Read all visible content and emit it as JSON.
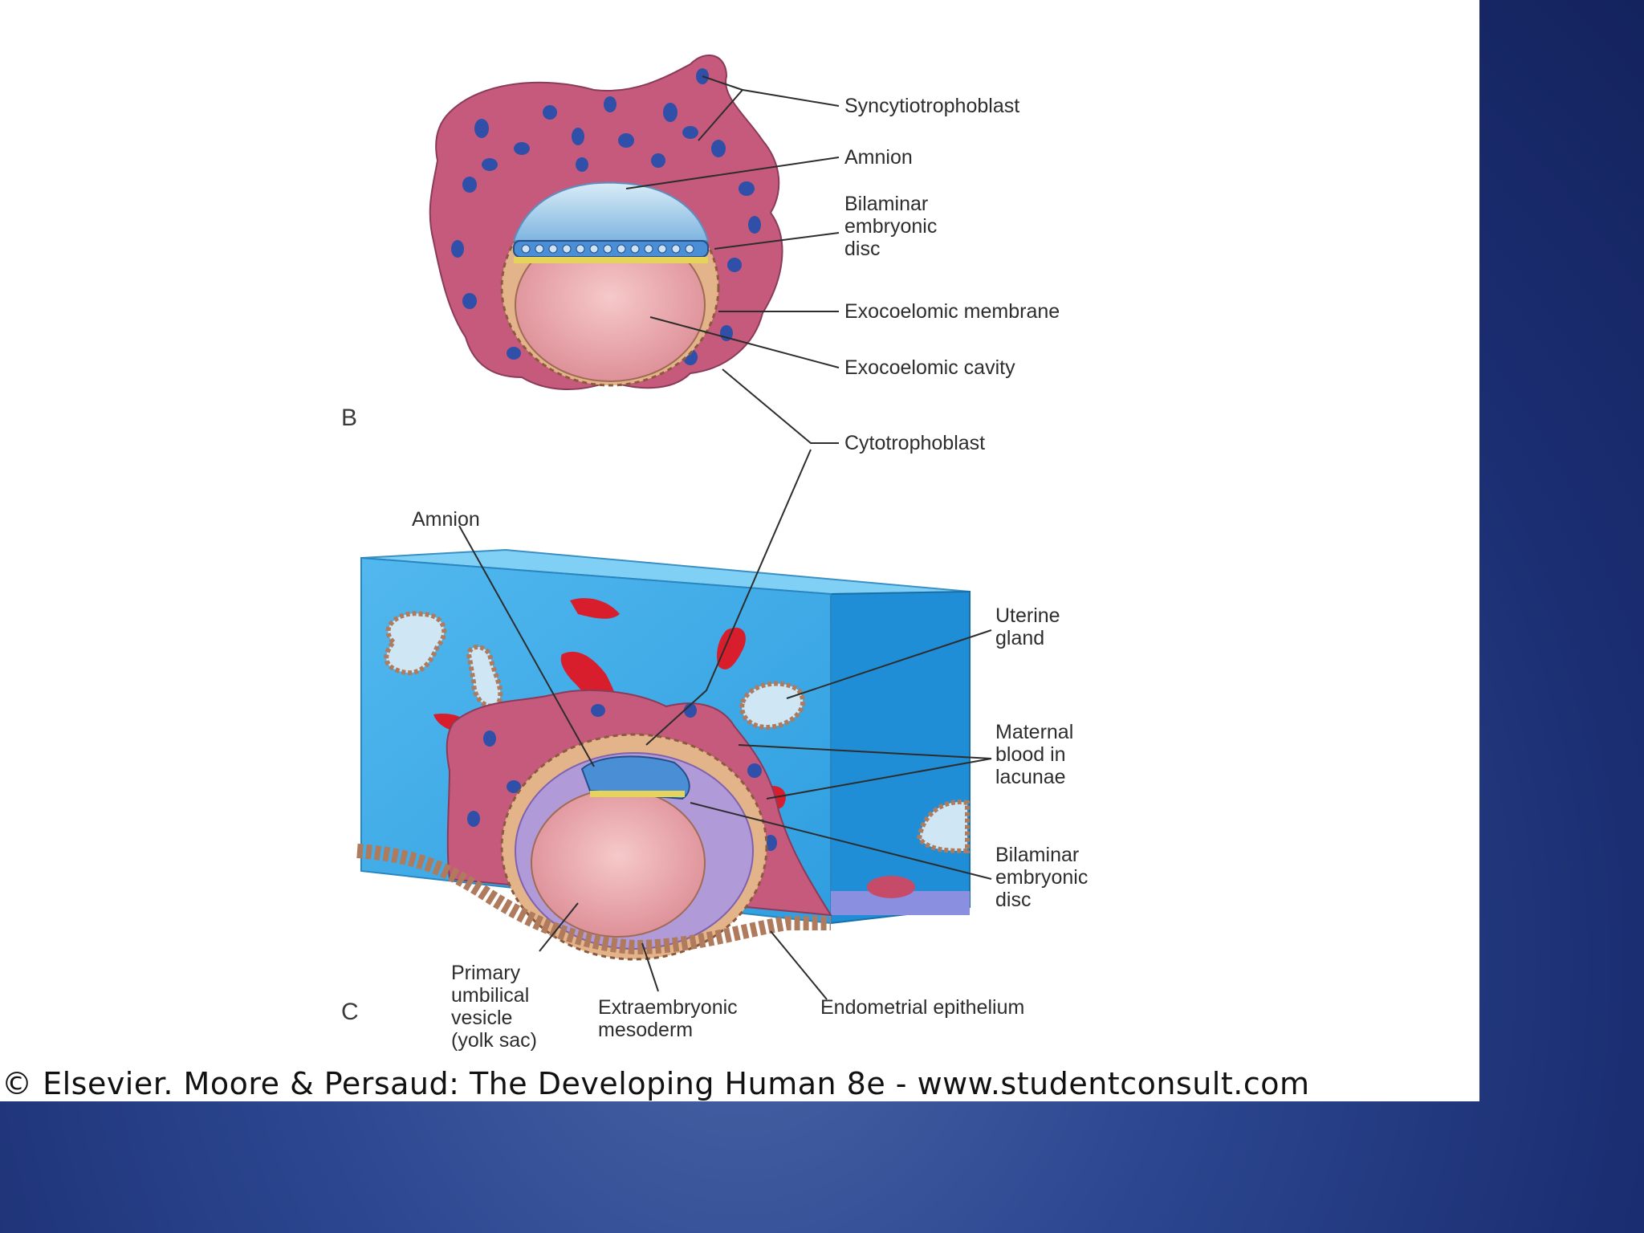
{
  "figure": {
    "panel_b": {
      "tag": "B",
      "labels": {
        "syncytiotrophoblast": "Syncytiotrophoblast",
        "amnion": "Amnion",
        "bilaminar_1": "Bilaminar",
        "bilaminar_2": "embryonic",
        "bilaminar_3": "disc",
        "exocoelomic_membrane": "Exocoelomic membrane",
        "exocoelomic_cavity": "Exocoelomic cavity"
      }
    },
    "shared_label": "Cytotrophoblast",
    "panel_c": {
      "tag": "C",
      "labels": {
        "amnion": "Amnion",
        "uterine_1": "Uterine",
        "uterine_2": "gland",
        "maternal_1": "Maternal",
        "maternal_2": "blood in",
        "maternal_3": "lacunae",
        "bilaminar_1": "Bilaminar",
        "bilaminar_2": "embryonic",
        "bilaminar_3": "disc",
        "primary_1": "Primary",
        "primary_2": "umbilical",
        "primary_3": "vesicle",
        "primary_4": "(yolk sac)",
        "extra_1": "Extraembryonic",
        "extra_2": "mesoderm",
        "endometrial": "Endometrial epithelium"
      }
    }
  },
  "credit": "© Elsevier. Moore & Persaud: The Developing Human 8e - www.studentconsult.com",
  "colors": {
    "background_blue": "#1b2e72",
    "tissue_pink": "#c25b7c",
    "nucleus_blue": "#2f4fa8",
    "uterine_blue": "#3aa9e4",
    "blood_red": "#d81d2c"
  }
}
